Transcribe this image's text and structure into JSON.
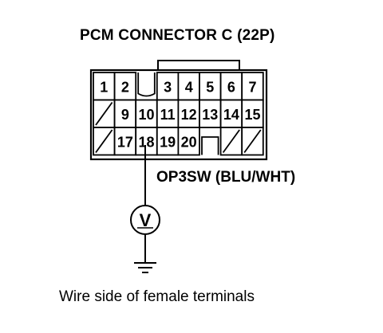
{
  "title": "PCM CONNECTOR C (22P)",
  "wire_label": "OP3SW (BLU/WHT)",
  "caption": "Wire side of female terminals",
  "meter_symbol": "V",
  "connector": {
    "rows": [
      [
        "1",
        "2",
        "notch",
        "3",
        "4",
        "5",
        "6",
        "7"
      ],
      [
        "empty",
        "9",
        "10",
        "11",
        "12",
        "13",
        "14",
        "15"
      ],
      [
        "empty",
        "17",
        "18",
        "19",
        "20",
        "notch",
        "empty",
        "empty"
      ]
    ],
    "probed_terminal": "18"
  }
}
